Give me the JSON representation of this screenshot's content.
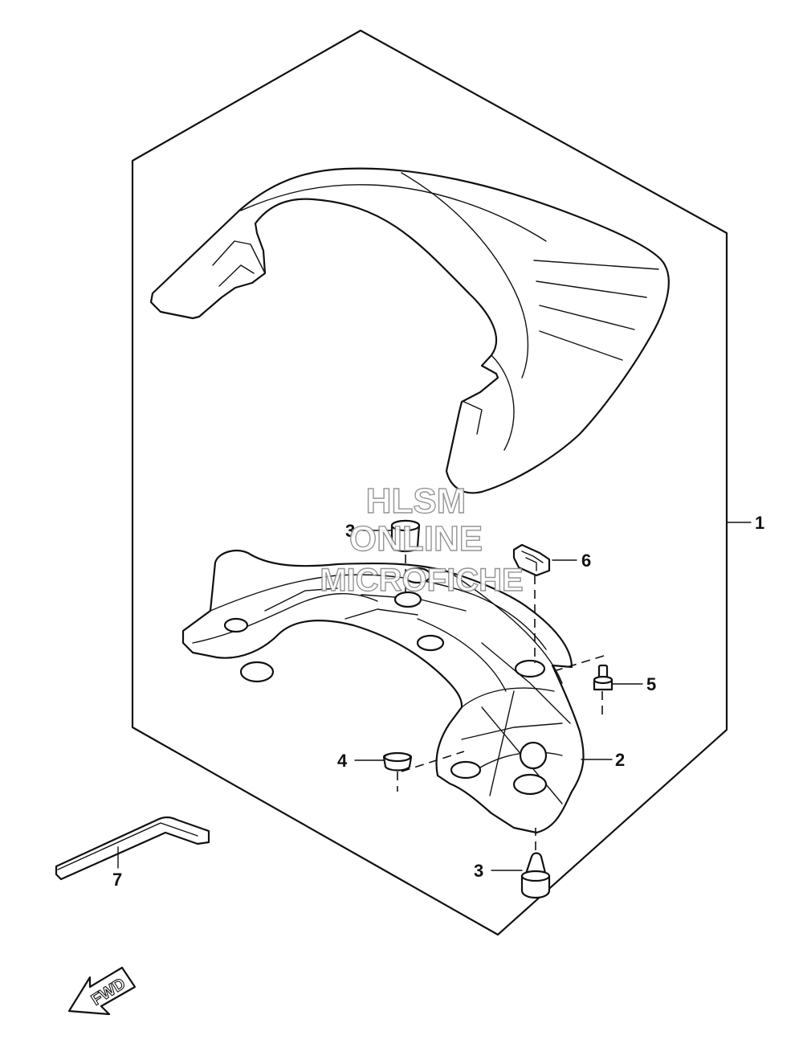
{
  "callouts": {
    "c1": "1",
    "c2": "2",
    "c3_top": "3",
    "c3_bottom": "3",
    "c4": "4",
    "c5": "5",
    "c6": "6",
    "c7": "7"
  },
  "watermark": {
    "line1": "HLSM",
    "line2": "ONLINE",
    "line3": "MICROFICHE"
  },
  "direction": {
    "label": "FWD"
  }
}
